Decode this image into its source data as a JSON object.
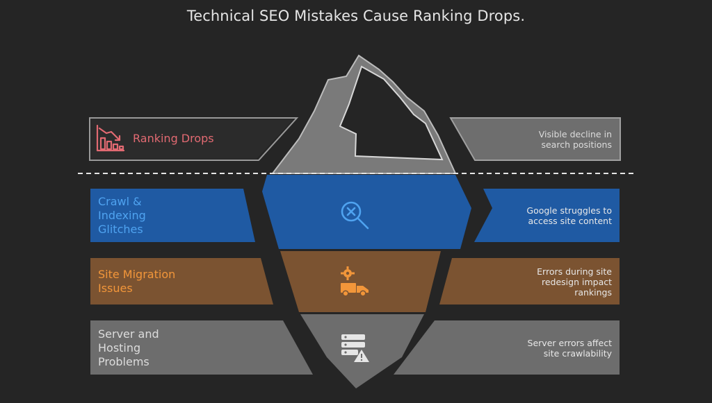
{
  "title": "Technical SEO Mistakes Cause Ranking Drops.",
  "colors": {
    "background": "#252525",
    "iceberg": "#7a7a7a",
    "ranking": "#e26a72",
    "crawl_band": "#1f5aa3",
    "crawl_text": "#4fa3f0",
    "migration_band": "#7b5331",
    "migration_text": "#f2963a",
    "server_band": "#6d6d6d",
    "server_text": "#dcdcdc"
  },
  "layers": [
    {
      "key": "ranking",
      "label_lines": [
        "Ranking Drops"
      ],
      "desc_lines": [
        "Visible decline in",
        "search positions"
      ],
      "icon": "bar-chart-decline-icon"
    },
    {
      "key": "crawl",
      "label_lines": [
        "Crawl &",
        "Indexing",
        "Glitches"
      ],
      "desc_lines": [
        "Google struggles to",
        "access site content"
      ],
      "icon": "search-error-icon"
    },
    {
      "key": "migration",
      "label_lines": [
        "Site Migration",
        "Issues"
      ],
      "desc_lines": [
        "Errors during site",
        "redesign impact",
        "rankings"
      ],
      "icon": "truck-gear-icon"
    },
    {
      "key": "server",
      "label_lines": [
        "Server and",
        "Hosting",
        "Problems"
      ],
      "desc_lines": [
        "Server errors affect",
        "site crawlability"
      ],
      "icon": "server-warning-icon"
    }
  ]
}
